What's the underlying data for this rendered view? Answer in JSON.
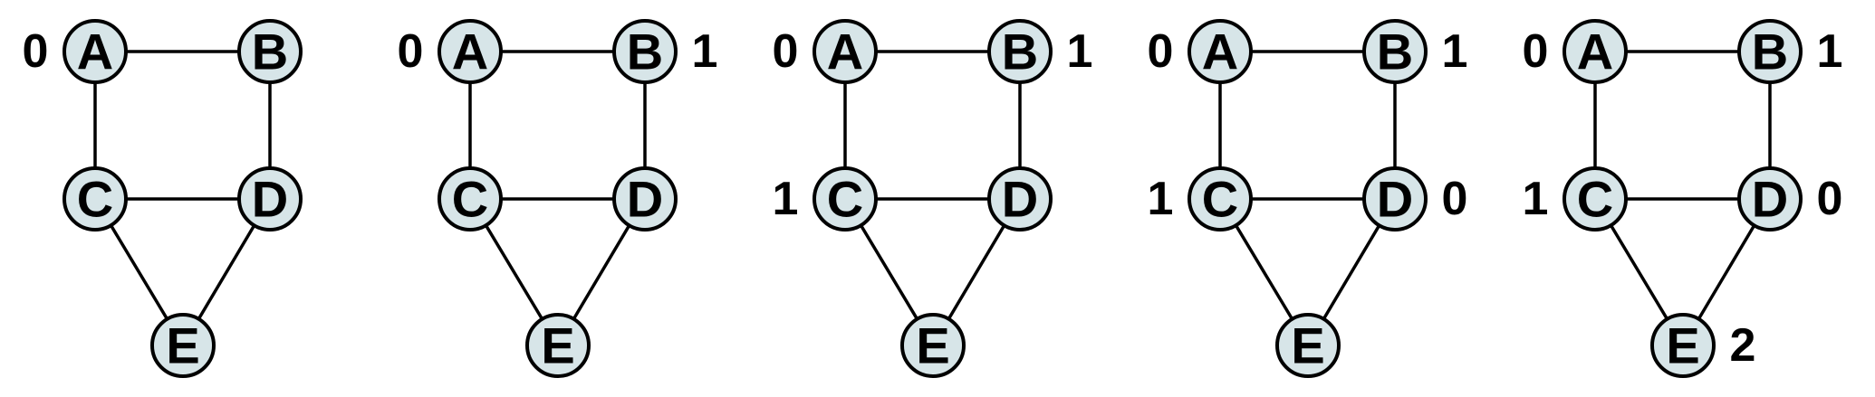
{
  "diagram": {
    "type": "graph-coloring-sequence",
    "node_fill": "#d7e5e8",
    "node_stroke": "#000000",
    "edge_color": "#000000",
    "label_color": "#000000",
    "nodes": [
      {
        "id": "A",
        "label": "A",
        "label_side": "left"
      },
      {
        "id": "B",
        "label": "B",
        "label_side": "right"
      },
      {
        "id": "C",
        "label": "C",
        "label_side": "left"
      },
      {
        "id": "D",
        "label": "D",
        "label_side": "right"
      },
      {
        "id": "E",
        "label": "E",
        "label_side": "right"
      }
    ],
    "edges": [
      [
        "A",
        "B"
      ],
      [
        "A",
        "C"
      ],
      [
        "B",
        "D"
      ],
      [
        "C",
        "D"
      ],
      [
        "C",
        "E"
      ],
      [
        "D",
        "E"
      ]
    ],
    "steps": [
      {
        "colors": {
          "A": "0"
        }
      },
      {
        "colors": {
          "A": "0",
          "B": "1"
        }
      },
      {
        "colors": {
          "A": "0",
          "B": "1",
          "C": "1"
        }
      },
      {
        "colors": {
          "A": "0",
          "B": "1",
          "C": "1",
          "D": "0"
        }
      },
      {
        "colors": {
          "A": "0",
          "B": "1",
          "C": "1",
          "D": "0",
          "E": "2"
        }
      }
    ]
  }
}
